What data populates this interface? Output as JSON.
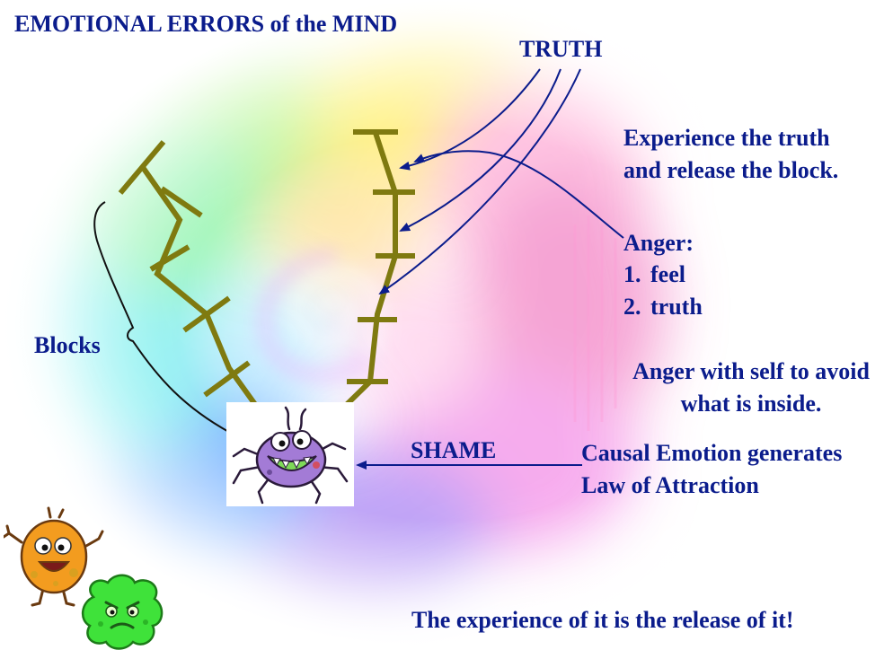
{
  "title": "EMOTIONAL ERRORS of the MIND",
  "truth_label": "TRUTH",
  "experience_note": {
    "line1": "Experience the truth",
    "line2": "and release the block."
  },
  "anger": {
    "heading": "Anger:",
    "items": [
      {
        "num": "1.",
        "text": "feel"
      },
      {
        "num": "2.",
        "text": "truth"
      }
    ]
  },
  "anger_self_note": "Anger with self to avoid what is inside.",
  "blocks_label": "Blocks",
  "shame_label": "SHAME",
  "causal_note": {
    "line1": "Causal Emotion generates",
    "line2": "Law of Attraction"
  },
  "release_note": "The experience of it is the release of it!",
  "colors": {
    "text": "#0b1c8c",
    "arrows": "#0b1c8c",
    "blocks": "#7f7a10",
    "monster": "#a37bd6",
    "germ_orange": "#f39c1f",
    "germ_green": "#3fe23a"
  },
  "icons": {
    "monster": "purple-germ-monster-icon",
    "orange_germ": "orange-germ-icon",
    "green_germ": "green-germ-icon"
  }
}
